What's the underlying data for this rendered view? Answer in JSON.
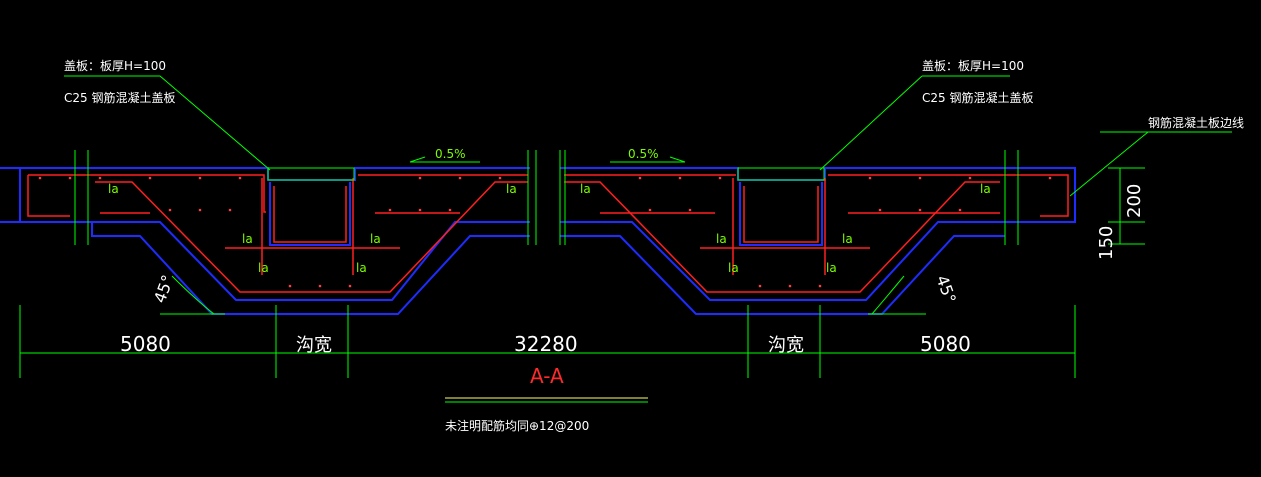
{
  "colors": {
    "background": "#000000",
    "outline": "#1e2cff",
    "rebar": "#ff2020",
    "leader": "#00ff00",
    "text": "#ffffff"
  },
  "annotations": {
    "left_cover_thickness": "盖板：板厚H=100",
    "left_cover_material": "C25 钢筋混凝土盖板",
    "right_cover_thickness": "盖板：板厚H=100",
    "right_cover_material": "C25 钢筋混凝土盖板",
    "slab_edge_label": "钢筋混凝土板边线"
  },
  "slopes": {
    "left": "0.5%",
    "right": "0.5%"
  },
  "la_label": "la",
  "angles": {
    "left": "45°",
    "right": "45°"
  },
  "side_dims": {
    "top": "200",
    "bottom": "150"
  },
  "dimensions": {
    "d1": "5080",
    "d2": "沟宽",
    "d3": "32280",
    "d4": "沟宽",
    "d5": "5080"
  },
  "section_label": "A-A",
  "note": "未注明配筋均同⊕12@200"
}
